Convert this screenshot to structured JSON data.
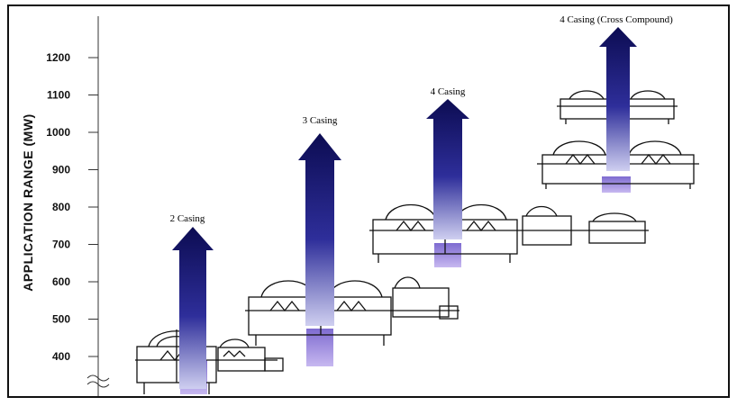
{
  "y_axis": {
    "label": "APPLICATION RANGE (MW)",
    "ticks": [
      {
        "value": 1200,
        "label": "1200"
      },
      {
        "value": 1100,
        "label": "1100"
      },
      {
        "value": 1000,
        "label": "1000"
      },
      {
        "value": 900,
        "label": "900"
      },
      {
        "value": 800,
        "label": "800"
      },
      {
        "value": 700,
        "label": "700"
      },
      {
        "value": 600,
        "label": "600"
      },
      {
        "value": 500,
        "label": "500"
      },
      {
        "value": 400,
        "label": "400"
      }
    ]
  },
  "casings": [
    {
      "label": "2 Casing",
      "range_top": 750
    },
    {
      "label": "3 Casing",
      "range_top": 1000
    },
    {
      "label": "4 Casing",
      "range_top": 1110
    },
    {
      "label": "4 Casing (Cross Compound)",
      "range_top": 1280
    }
  ],
  "colors": {
    "arrow_top": "#0c0c52",
    "arrow_mid": "#3a3aa8",
    "arrow_bottom": "#d8d8f4",
    "base_fill": "#b39be0",
    "line": "#111111"
  }
}
